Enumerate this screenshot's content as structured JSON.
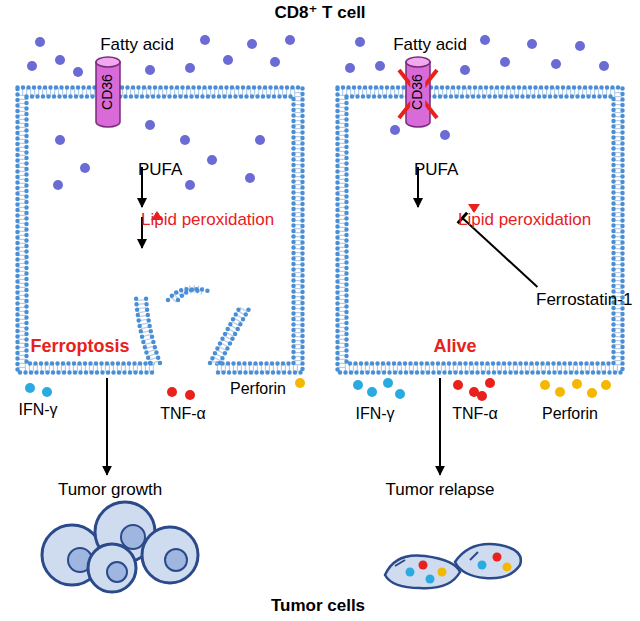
{
  "diagram": {
    "title": "CD8⁺ T cell",
    "nodes": [
      {
        "text": [
          "Ferroptosis"
        ]
      },
      {
        "text": [
          "CD36"
        ],
        "in": 0
      },
      {
        "text": [
          "PUFA"
        ],
        "in": 0
      },
      {
        "text": [
          "Lipid peroxidation"
        ],
        "in": 0
      },
      {
        "text": [
          "Alive"
        ]
      },
      {
        "text": [
          "CD36"
        ],
        "in": 4
      },
      {
        "text": [
          "PUFA"
        ],
        "in": 4
      },
      {
        "text": [
          "Lipid peroxidation"
        ],
        "in": 4
      },
      {
        "text": [
          "Ferrostatin-1"
        ],
        "in": 4
      },
      {
        "text": [
          "Tumor growth"
        ]
      },
      {
        "text": [
          "Tumor relapse"
        ]
      }
    ],
    "edges": [
      {
        "from": 2,
        "to": 3,
        "arrow": "to"
      },
      {
        "from": 6,
        "to": 7,
        "arrow": "to"
      },
      {
        "from": 8,
        "to": 7,
        "arrow": "to"
      },
      {
        "from": 0,
        "to": 9,
        "arrow": "to"
      },
      {
        "from": 4,
        "to": 10,
        "arrow": "to"
      }
    ],
    "labels": [
      "Fatty acid",
      "Fatty acid",
      "IFN-γ",
      "TNF-α",
      "Perforin",
      "IFN-γ",
      "TNF-α",
      "Perforin",
      "Tumor cells"
    ]
  }
}
